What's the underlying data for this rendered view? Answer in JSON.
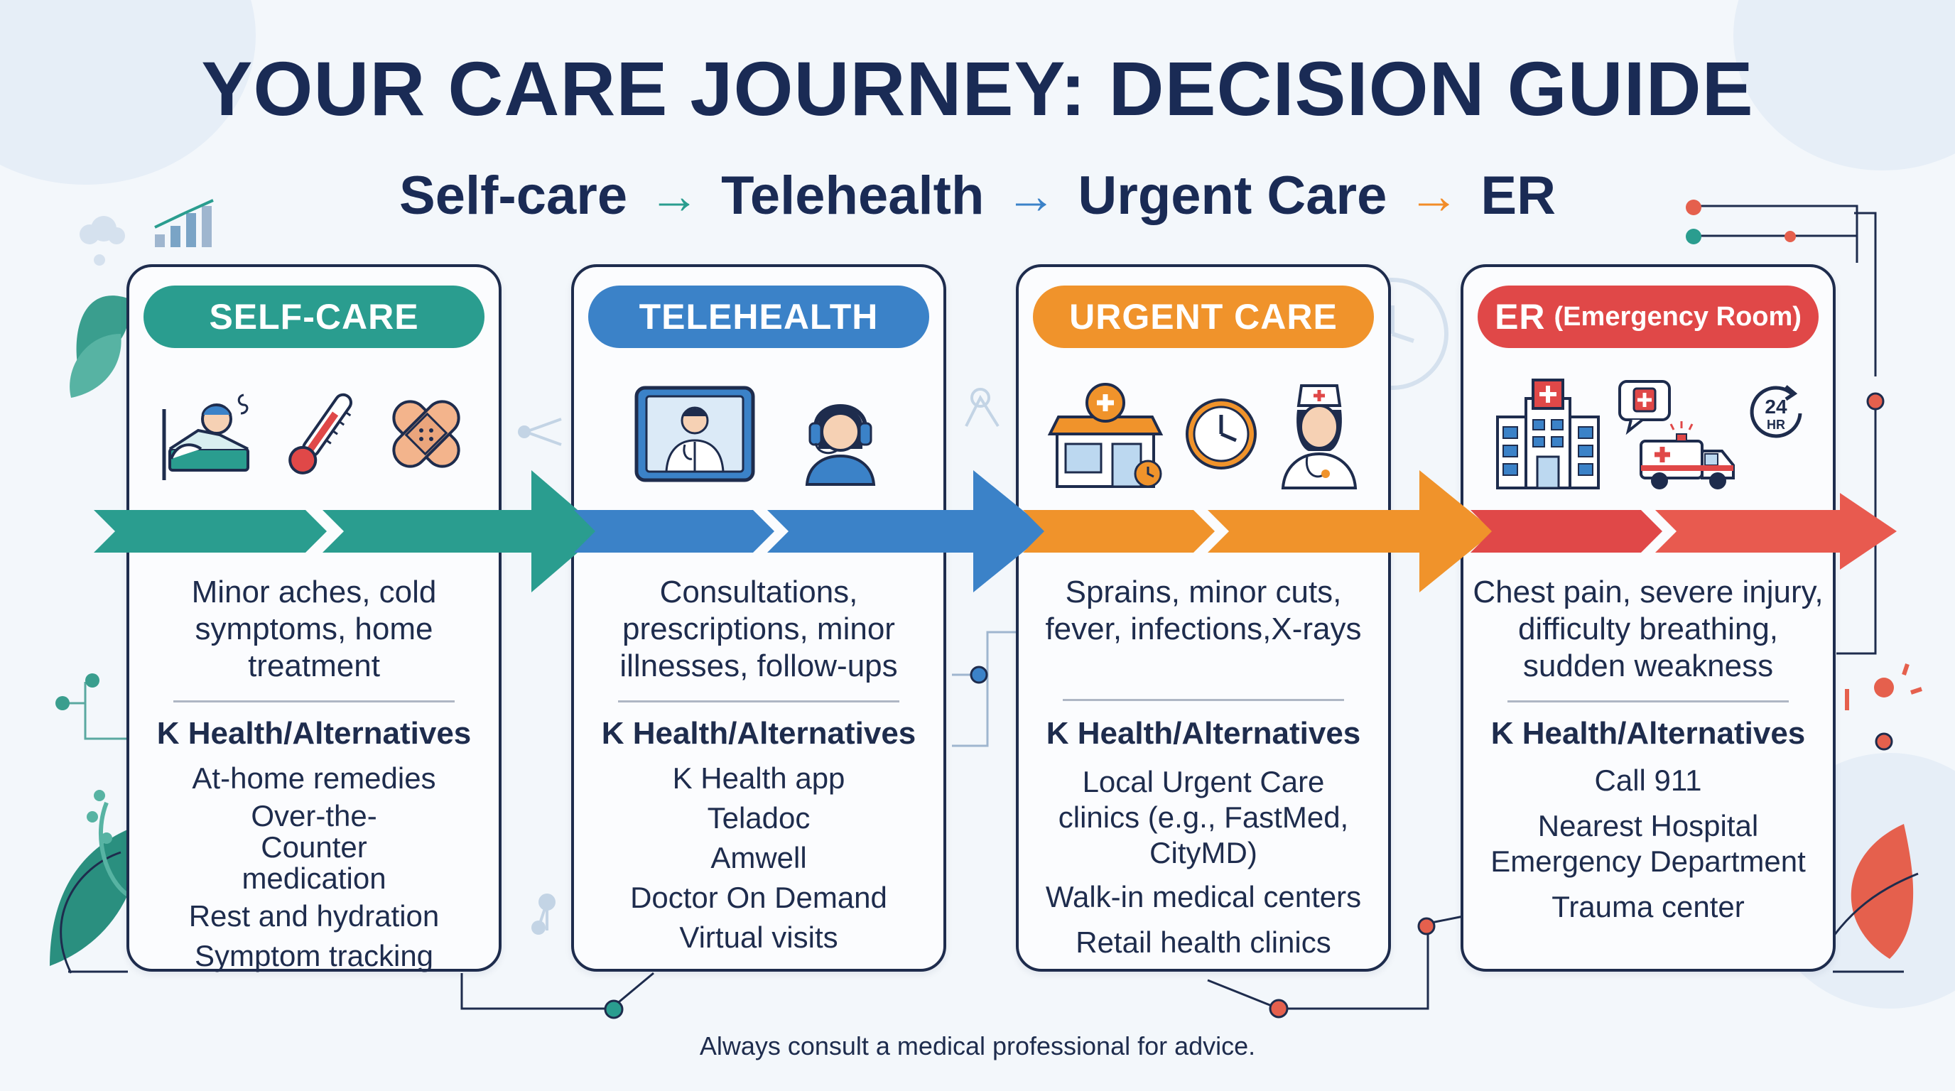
{
  "title": "YOUR CARE JOURNEY: DECISION GUIDE",
  "flow": {
    "steps": [
      "Self-care",
      "Telehealth",
      "Urgent Care",
      "ER"
    ],
    "arrow": "→",
    "colors": [
      "#2a9d8f",
      "#3b82c8",
      "#f28c28"
    ]
  },
  "cards": [
    {
      "pill": "SELF-CARE",
      "pill_extra": "",
      "color": "#2a9d8f",
      "icons": [
        "person-in-bed-icon",
        "thermometer-icon",
        "bandage-icon"
      ],
      "description": "Minor aches, cold symptoms, home treatment",
      "alt_heading": "K Health/Alternatives",
      "alternatives": [
        "At-home remedies",
        "Over-the-Counter medication",
        "Rest and hydration",
        "Symptom tracking"
      ]
    },
    {
      "pill": "TELEHEALTH",
      "pill_extra": "",
      "color": "#3b82c8",
      "icons": [
        "tablet-doctor-icon",
        "headset-agent-icon"
      ],
      "description": "Consultations, prescriptions, minor illnesses, follow-ups",
      "alt_heading": "K Health/Alternatives",
      "alternatives": [
        "K Health app",
        "Teladoc",
        "Amwell",
        "Doctor On Demand",
        "Virtual visits"
      ]
    },
    {
      "pill": "URGENT CARE",
      "pill_extra": "",
      "color": "#f0932b",
      "icons": [
        "clinic-building-icon",
        "clock-icon",
        "nurse-icon"
      ],
      "description": "Sprains, minor cuts, fever, infections,X-rays",
      "alt_heading": "K Health/Alternatives",
      "alternatives": [
        "Local Urgent Care clinics (e.g., FastMed, CityMD)",
        "Walk-in medical centers",
        "Retail health clinics"
      ]
    },
    {
      "pill": "ER",
      "pill_extra": "(Emergency Room)",
      "color": "#e04848",
      "icons": [
        "hospital-icon",
        "medical-chat-icon",
        "ambulance-icon",
        "24hr-icon"
      ],
      "description": "Chest pain, severe injury, difficulty breathing, sudden weakness",
      "alt_heading": "K Health/Alternatives",
      "alternatives": [
        "Call 911",
        "Nearest Hospital Emergency Department",
        "Trauma center"
      ]
    }
  ],
  "badge_24": "24",
  "badge_hr": "HR",
  "footer": "Always consult a medical professional for advice."
}
